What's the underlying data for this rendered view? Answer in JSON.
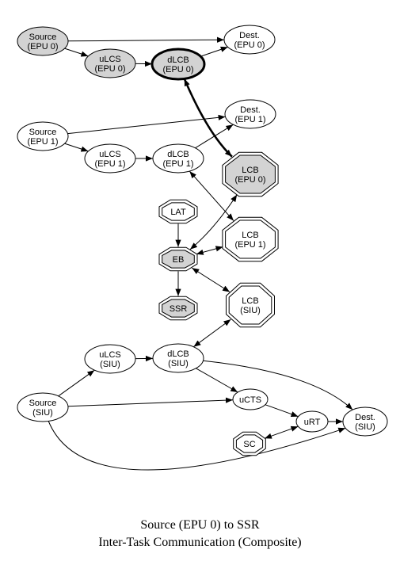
{
  "diagram": {
    "nodes": [
      {
        "id": "src_epu0",
        "lines": [
          "Source",
          "(EPU 0)"
        ],
        "shape": "ellipse",
        "fill": "#d3d3d3",
        "bold": false
      },
      {
        "id": "dest_epu0_top",
        "lines": [
          "Dest.",
          "(EPU 0)"
        ],
        "shape": "ellipse",
        "fill": "#ffffff",
        "bold": false
      },
      {
        "id": "ulcs_epu0",
        "lines": [
          "uLCS",
          "(EPU 0)"
        ],
        "shape": "ellipse",
        "fill": "#d3d3d3",
        "bold": false
      },
      {
        "id": "dlcb_epu0",
        "lines": [
          "dLCB",
          "(EPU 0)"
        ],
        "shape": "ellipse",
        "fill": "#d3d3d3",
        "bold": true
      },
      {
        "id": "dest_epu1",
        "lines": [
          "Dest.",
          "(EPU 1)"
        ],
        "shape": "ellipse",
        "fill": "#ffffff",
        "bold": false
      },
      {
        "id": "src_epu1",
        "lines": [
          "Source",
          "(EPU 1)"
        ],
        "shape": "ellipse",
        "fill": "#ffffff",
        "bold": false
      },
      {
        "id": "ulcs_epu1",
        "lines": [
          "uLCS",
          "(EPU 1)"
        ],
        "shape": "ellipse",
        "fill": "#ffffff",
        "bold": false
      },
      {
        "id": "dlcb_epu1",
        "lines": [
          "dLCB",
          "(EPU 1)"
        ],
        "shape": "ellipse",
        "fill": "#ffffff",
        "bold": false
      },
      {
        "id": "lcb_epu0",
        "lines": [
          "LCB",
          "(EPU 0)"
        ],
        "shape": "octagon",
        "fill": "#d3d3d3",
        "bold": false
      },
      {
        "id": "lat",
        "lines": [
          "LAT"
        ],
        "shape": "octagon",
        "fill": "#ffffff",
        "bold": false
      },
      {
        "id": "lcb_epu1",
        "lines": [
          "LCB",
          "(EPU 1)"
        ],
        "shape": "octagon",
        "fill": "#ffffff",
        "bold": false
      },
      {
        "id": "eb",
        "lines": [
          "EB"
        ],
        "shape": "octagon",
        "fill": "#d3d3d3",
        "bold": false
      },
      {
        "id": "ssr",
        "lines": [
          "SSR"
        ],
        "shape": "octagon",
        "fill": "#d3d3d3",
        "bold": false
      },
      {
        "id": "lcb_siu",
        "lines": [
          "LCB",
          "(SIU)"
        ],
        "shape": "octagon",
        "fill": "#ffffff",
        "bold": false
      },
      {
        "id": "ulcs_siu",
        "lines": [
          "uLCS",
          "(SIU)"
        ],
        "shape": "ellipse",
        "fill": "#ffffff",
        "bold": false
      },
      {
        "id": "dlcb_siu",
        "lines": [
          "dLCB",
          "(SIU)"
        ],
        "shape": "ellipse",
        "fill": "#ffffff",
        "bold": false
      },
      {
        "id": "src_siu",
        "lines": [
          "Source",
          "(SIU)"
        ],
        "shape": "ellipse",
        "fill": "#ffffff",
        "bold": false
      },
      {
        "id": "ucts",
        "lines": [
          "uCTS"
        ],
        "shape": "ellipse",
        "fill": "#ffffff",
        "bold": false
      },
      {
        "id": "urt",
        "lines": [
          "uRT"
        ],
        "shape": "ellipse",
        "fill": "#ffffff",
        "bold": false
      },
      {
        "id": "dest_siu",
        "lines": [
          "Dest.",
          "(SIU)"
        ],
        "shape": "ellipse",
        "fill": "#ffffff",
        "bold": false
      },
      {
        "id": "sc",
        "lines": [
          "SC"
        ],
        "shape": "octagon",
        "fill": "#ffffff",
        "bold": false
      }
    ],
    "edges": [
      {
        "from": "src_epu0",
        "to": "dest_epu0_top",
        "dir": "forward",
        "bold": false
      },
      {
        "from": "src_epu0",
        "to": "ulcs_epu0",
        "dir": "forward",
        "bold": false
      },
      {
        "from": "ulcs_epu0",
        "to": "dlcb_epu0",
        "dir": "forward",
        "bold": false
      },
      {
        "from": "dlcb_epu0",
        "to": "dest_epu0_top",
        "dir": "forward",
        "bold": false
      },
      {
        "from": "dlcb_epu0",
        "to": "lcb_epu0",
        "dir": "both",
        "bold": true
      },
      {
        "from": "src_epu1",
        "to": "dest_epu1",
        "dir": "forward",
        "bold": false
      },
      {
        "from": "src_epu1",
        "to": "ulcs_epu1",
        "dir": "forward",
        "bold": false
      },
      {
        "from": "ulcs_epu1",
        "to": "dlcb_epu1",
        "dir": "forward",
        "bold": false
      },
      {
        "from": "dlcb_epu1",
        "to": "dest_epu1",
        "dir": "forward",
        "bold": false
      },
      {
        "from": "dlcb_epu1",
        "to": "lcb_epu1",
        "dir": "both",
        "bold": false
      },
      {
        "from": "lcb_epu0",
        "to": "eb",
        "dir": "both",
        "bold": false
      },
      {
        "from": "lat",
        "to": "eb",
        "dir": "forward",
        "bold": false
      },
      {
        "from": "eb",
        "to": "lcb_epu1",
        "dir": "both",
        "bold": false
      },
      {
        "from": "eb",
        "to": "ssr",
        "dir": "forward",
        "bold": false
      },
      {
        "from": "eb",
        "to": "lcb_siu",
        "dir": "both",
        "bold": false
      },
      {
        "from": "dlcb_siu",
        "to": "lcb_siu",
        "dir": "both",
        "bold": false
      },
      {
        "from": "src_siu",
        "to": "ulcs_siu",
        "dir": "forward",
        "bold": false
      },
      {
        "from": "ulcs_siu",
        "to": "dlcb_siu",
        "dir": "forward",
        "bold": false
      },
      {
        "from": "dlcb_siu",
        "to": "ucts",
        "dir": "forward",
        "bold": false
      },
      {
        "from": "dlcb_siu",
        "to": "dest_siu",
        "dir": "forward",
        "bold": false
      },
      {
        "from": "src_siu",
        "to": "ucts",
        "dir": "forward",
        "bold": false
      },
      {
        "from": "ucts",
        "to": "urt",
        "dir": "forward",
        "bold": false
      },
      {
        "from": "urt",
        "to": "dest_siu",
        "dir": "forward",
        "bold": false
      },
      {
        "from": "sc",
        "to": "urt",
        "dir": "both",
        "bold": false
      },
      {
        "from": "src_siu",
        "to": "dest_siu",
        "dir": "forward",
        "bold": false
      }
    ]
  },
  "caption": {
    "line1": "Source (EPU 0) to SSR",
    "line2": "Inter-Task Communication (Composite)"
  }
}
